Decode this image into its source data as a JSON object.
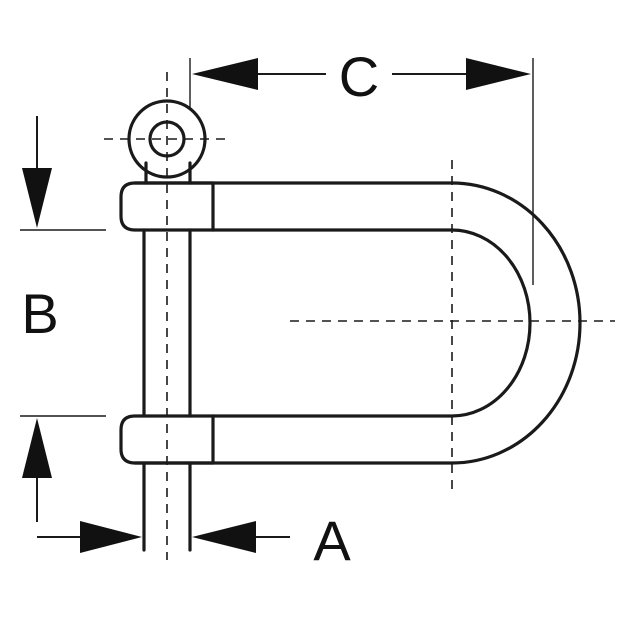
{
  "labels": {
    "a": "A",
    "b": "B",
    "c": "C"
  },
  "colors": {
    "line": "#1a1a1a",
    "background": "#ffffff"
  }
}
